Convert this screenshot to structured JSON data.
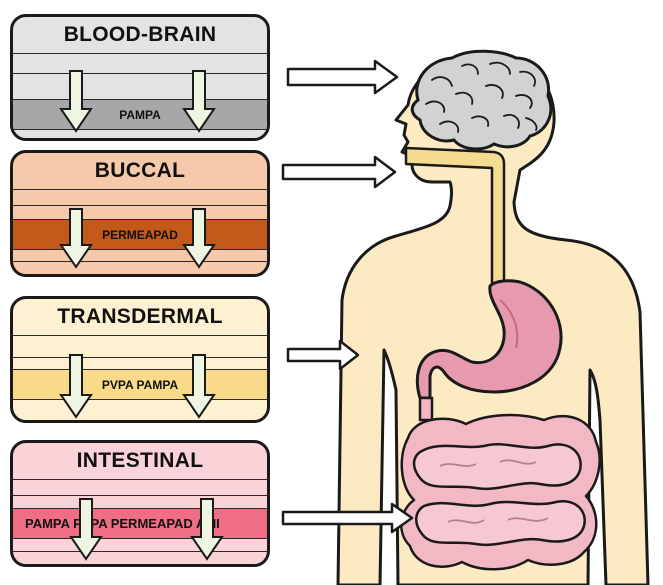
{
  "panels": [
    {
      "title": "BLOOD-BRAIN",
      "membrane": "PAMPA"
    },
    {
      "title": "BUCCAL",
      "membrane": "PERMEAPAD"
    },
    {
      "title": "TRANSDERMAL",
      "membrane": "PVPA PAMPA"
    },
    {
      "title": "INTESTINAL",
      "membrane": "PAMPA PVPA PERMEAPAD AMI"
    }
  ],
  "colors": {
    "blood_brain_bg": "#e3e3e5",
    "blood_brain_band": "#a7a7a9",
    "buccal_bg": "#f6c9ab",
    "buccal_band": "#c2581a",
    "transdermal_bg": "#fdf1d2",
    "transdermal_band": "#f9d98a",
    "intestinal_bg": "#f9d3d8",
    "intestinal_band": "#ef6e86",
    "skin": "#fcebc2",
    "brain": "#d2d2d4",
    "stomach": "#e79aae",
    "intestine": "#f2b8c4",
    "esophagus": "#f5dc91",
    "flow_arrow": "#eef6e2"
  },
  "icons": [
    "down-arrow-icon",
    "right-arrow-icon",
    "human-body-icon",
    "brain-icon",
    "stomach-icon",
    "intestine-icon"
  ]
}
